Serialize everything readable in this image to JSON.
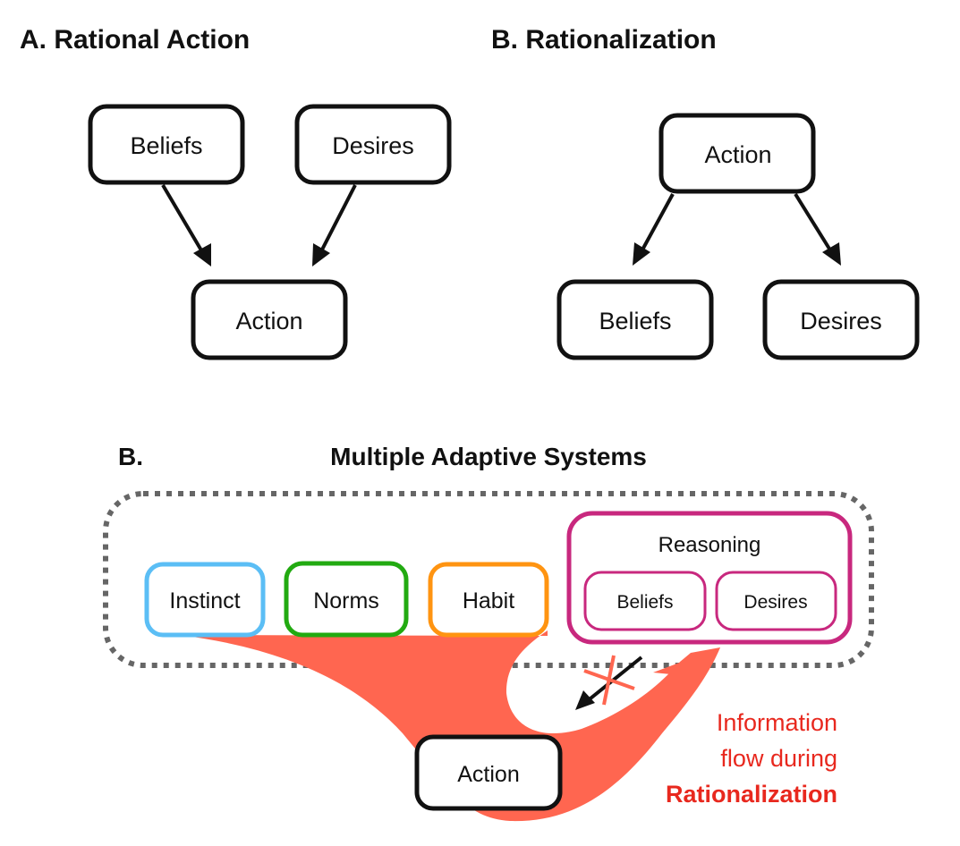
{
  "panel_a": {
    "title": "A. Rational Action",
    "nodes": {
      "beliefs": "Beliefs",
      "desires": "Desires",
      "action": "Action"
    },
    "edges": [
      [
        "beliefs",
        "action"
      ],
      [
        "desires",
        "action"
      ]
    ]
  },
  "panel_b": {
    "title": "B. Rationalization",
    "nodes": {
      "action": "Action",
      "beliefs": "Beliefs",
      "desires": "Desires"
    },
    "edges": [
      [
        "action",
        "beliefs"
      ],
      [
        "action",
        "desires"
      ]
    ]
  },
  "panel_c": {
    "label": "B.",
    "title": "Multiple Adaptive Systems",
    "systems": [
      {
        "label": "Instinct",
        "color": "#5bbef5"
      },
      {
        "label": "Norms",
        "color": "#22aa11"
      },
      {
        "label": "Habit",
        "color": "#ff9411"
      }
    ],
    "reasoning": {
      "label": "Reasoning",
      "color": "#c8287e",
      "children": [
        "Beliefs",
        "Desires"
      ]
    },
    "action": "Action",
    "flow_color": "#ff6650",
    "blocked_arrow": "reasoning-to-action (crossed out)",
    "note": {
      "line1": "Information",
      "line2": "flow during",
      "line3": "Rationalization",
      "color": "#e8281e"
    },
    "container_border_color": "#666666"
  }
}
